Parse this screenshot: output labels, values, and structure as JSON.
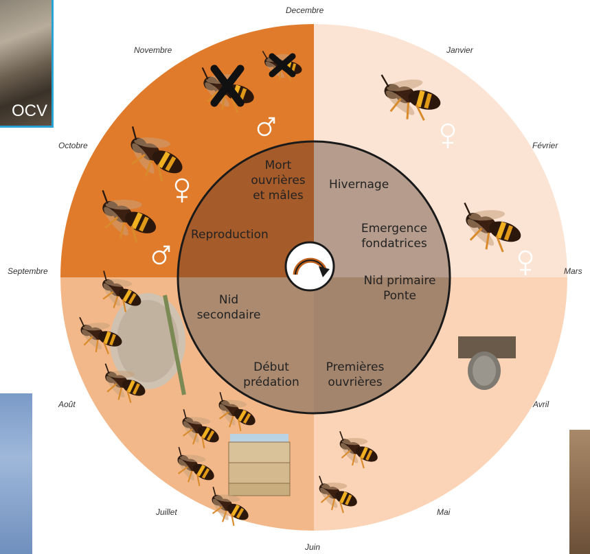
{
  "months": {
    "dec": "Decembre",
    "jan": "Janvier",
    "feb": "Février",
    "mar": "Mars",
    "apr": "Avril",
    "may": "Mai",
    "jun": "Juin",
    "jul": "Juillet",
    "aug": "Août",
    "sep": "Septembre",
    "oct": "Octobre",
    "nov": "Novembre"
  },
  "phases": {
    "top_left": [
      "Mort",
      "ouvrières",
      "et mâles"
    ],
    "top_left_2": "Reproduction",
    "top_right": "Hivernage",
    "top_right_2": [
      "Emergence",
      "fondatrices"
    ],
    "bottom_left": [
      "Nid",
      "secondaire"
    ],
    "bottom_left_2": [
      "Début",
      "prédation"
    ],
    "bottom_right": [
      "Nid primaire",
      "Ponte"
    ],
    "bottom_right_2": [
      "Premières",
      "ouvrières"
    ]
  },
  "photo_text": "OCV",
  "colors": {
    "outer_tl": "#e07b2c",
    "outer_tr": "#fbe4d4",
    "outer_bl": "#f2b88a",
    "outer_br": "#fbd3b6",
    "inner_tl": "#a65b2a",
    "inner_tr": "#b59c8d",
    "inner_bl": "#ab8a70",
    "inner_br": "#a3846d",
    "photo_frame": "#27a3d6"
  },
  "icons": [
    "hornet-icon",
    "cross-icon",
    "male-symbol-icon",
    "female-symbol-icon",
    "nest-icon",
    "beehive-icon",
    "cycle-arrow-icon"
  ]
}
